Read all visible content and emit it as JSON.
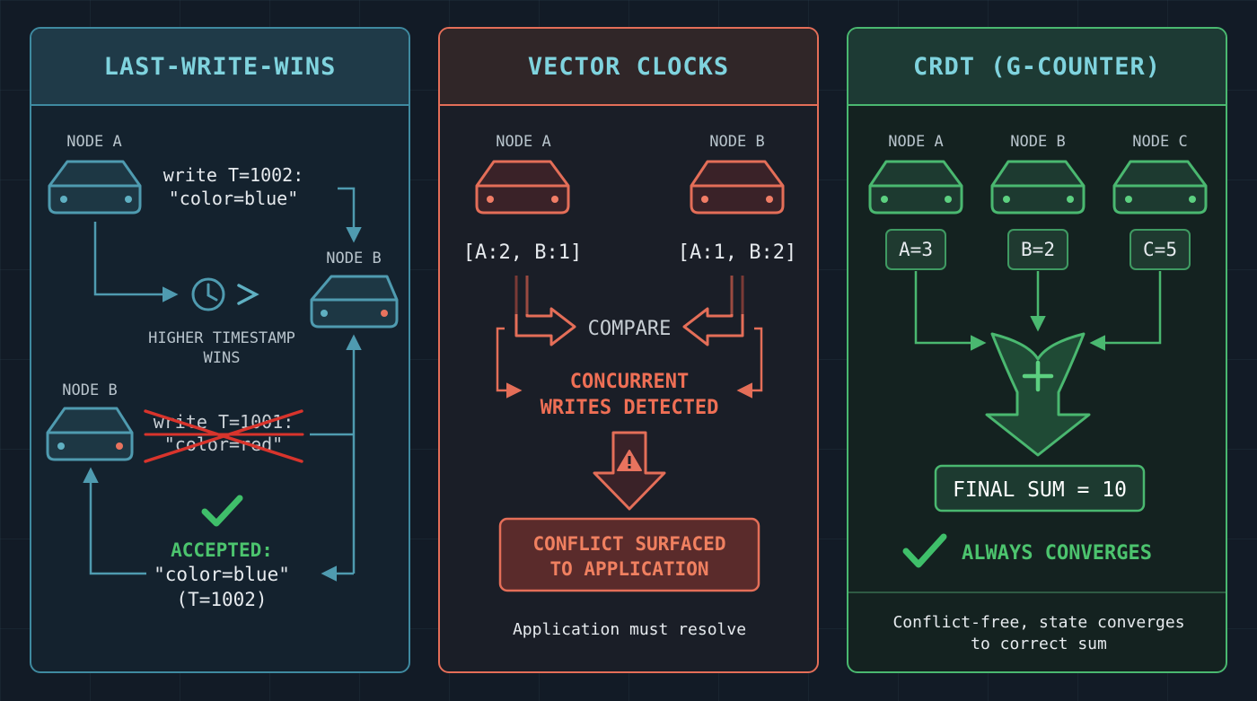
{
  "panels": {
    "lww": {
      "title": "LAST-WRITE-WINS",
      "node_a": "NODE A",
      "node_b_right": "NODE B",
      "node_b_left": "NODE B",
      "write_a_line1": "write T=1002:",
      "write_a_line2": "\"color=blue\"",
      "write_b_line1": "write T=1001:",
      "write_b_line2": "\"color=red\"",
      "higher_line1": "HIGHER TIMESTAMP",
      "higher_line2": "WINS",
      "accepted": "ACCEPTED:",
      "accepted_value": "\"color=blue\"",
      "accepted_time": "(T=1002)"
    },
    "vc": {
      "title": "VECTOR CLOCKS",
      "node_a": "NODE A",
      "node_b": "NODE B",
      "clock_a": "[A:2, B:1]",
      "clock_b": "[A:1, B:2]",
      "compare": "COMPARE",
      "concurrent_line1": "CONCURRENT",
      "concurrent_line2": "WRITES DETECTED",
      "conflict_line1": "CONFLICT SURFACED",
      "conflict_line2": "TO APPLICATION",
      "footer": "Application must resolve"
    },
    "crdt": {
      "title": "CRDT (G-COUNTER)",
      "node_a": "NODE A",
      "node_b": "NODE B",
      "node_c": "NODE C",
      "count_a": "A=3",
      "count_b": "B=2",
      "count_c": "C=5",
      "final_sum": "FINAL SUM = 10",
      "converges": "ALWAYS CONVERGES",
      "footer_line1": "Conflict-free, state converges",
      "footer_line2": "to correct sum"
    }
  },
  "colors": {
    "blue": "#4f9bb0",
    "red": "#e46e58",
    "green": "#4ab870",
    "title_cyan": "#7fd3de"
  }
}
